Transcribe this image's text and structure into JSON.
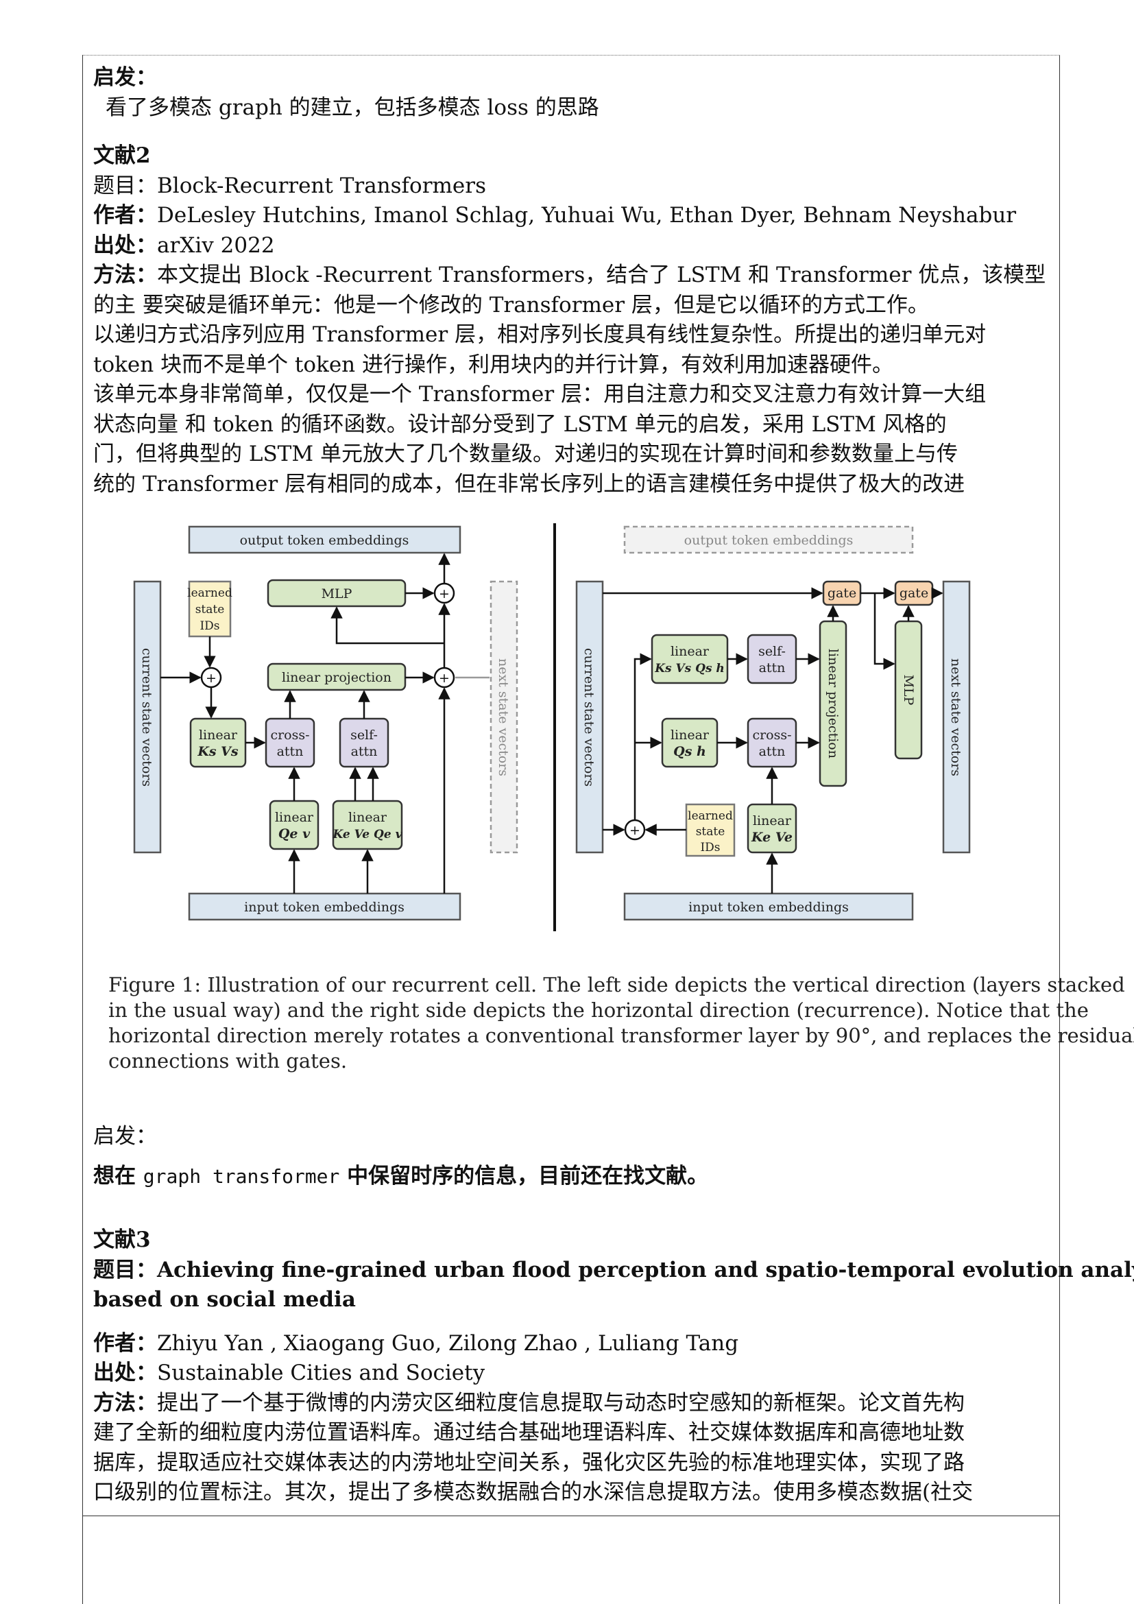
{
  "block1": {
    "heading": "启发：",
    "text": "看了多模态 graph 的建立，包括多模态 loss 的思路"
  },
  "block2": {
    "heading": "文献2",
    "title_label": "题目：",
    "title": "Block-Recurrent Transformers",
    "authors_label": "作者：",
    "authors": "DeLesley Hutchins, Imanol Schlag, Yuhuai Wu, Ethan Dyer, Behnam Neyshabur",
    "source_label": "出处：",
    "source": "arXiv 2022",
    "method_label": "方法：",
    "method_lines": [
      "本文提出 Block -Recurrent Transformers，结合了 LSTM 和 Transformer 优点，该模型",
      "的主 要突破是循环单元：他是一个修改的 Transformer 层，但是它以循环的方式工作。",
      "以递归方式沿序列应用 Transformer 层，相对序列长度具有线性复杂性。所提出的递归单元对",
      "token 块而不是单个 token 进行操作，利用块内的并行计算，有效利用加速器硬件。",
      "该单元本身非常简单，仅仅是一个 Transformer 层：用自注意力和交叉注意力有效计算一大组",
      "状态向量 和 token 的循环函数。设计部分受到了 LSTM 单元的启发，采用 LSTM 风格的",
      "门，但将典型的 LSTM 单元放大了几个数量级。对递归的实现在计算时间和参数数量上与传",
      "统的 Transformer 层有相同的成本，但在非常长序列上的语言建模任务中提供了极大的改进"
    ],
    "figure": {
      "left": {
        "output": "output token embeddings",
        "input": "input token embeddings",
        "current": "current state vectors",
        "next": "next state vectors",
        "learned": [
          "learned",
          "state",
          "IDs"
        ],
        "mlp": "MLP",
        "linear_projection": "linear projection",
        "linear_ks": [
          "linear",
          "Ks Vs"
        ],
        "cross_attn": [
          "cross-",
          "attn"
        ],
        "self_attn": [
          "self-",
          "attn"
        ],
        "linear_qe": [
          "linear",
          "Qe v"
        ],
        "linear_ke": [
          "linear",
          "Ke Ve Qe v"
        ]
      },
      "right": {
        "output": "output token embeddings",
        "input": "input token embeddings",
        "current": "current state vectors",
        "next": "next state vectors",
        "gate": "gate",
        "linear_ksvsqs": [
          "linear",
          "Ks Vs Qs h"
        ],
        "self_attn": [
          "self-",
          "attn"
        ],
        "linear_qs": [
          "linear",
          "Qs h"
        ],
        "cross_attn": [
          "cross-",
          "attn"
        ],
        "linear_projection": "linear projection",
        "mlp": "MLP",
        "learned": [
          "learned",
          "state",
          "IDs"
        ],
        "linear_ke": [
          "linear",
          "Ke Ve"
        ]
      },
      "plus": "+"
    },
    "caption_lines": [
      "Figure 1: Illustration of our recurrent cell. The left side depicts the vertical direction (layers stacked",
      "in the usual way) and the right side depicts the horizontal direction (recurrence). Notice that the",
      "horizontal direction merely rotates a conventional transformer layer by 90°, and replaces the residual",
      "connections with gates."
    ],
    "inspiration_heading": "启发：",
    "inspiration_pre": "想在 ",
    "inspiration_code": "graph transformer",
    "inspiration_post": " 中保留时序的信息，目前还在找文献。"
  },
  "block3": {
    "heading": "文献3",
    "title_label": "题目：",
    "title_lines": [
      "Achieving fine-grained urban flood perception and spatio-temporal evolution analysis",
      "based on social media"
    ],
    "authors_label": "作者：",
    "authors": "Zhiyu Yan , Xiaogang Guo, Zilong Zhao , Luliang Tang",
    "source_label": "出处：",
    "source": "Sustainable Cities and Society",
    "method_label": "方法：",
    "method_lines": [
      "提出了一个基于微博的内涝灾区细粒度信息提取与动态时空感知的新框架。论文首先构",
      "建了全新的细粒度内涝位置语料库。通过结合基础地理语料库、社交媒体数据库和高德地址数",
      "据库，提取适应社交媒体表达的内涝地址空间关系，强化灾区先验的标准地理实体，实现了路",
      "口级别的位置标注。其次，提出了多模态数据融合的水深信息提取方法。使用多模态数据(社交"
    ]
  }
}
